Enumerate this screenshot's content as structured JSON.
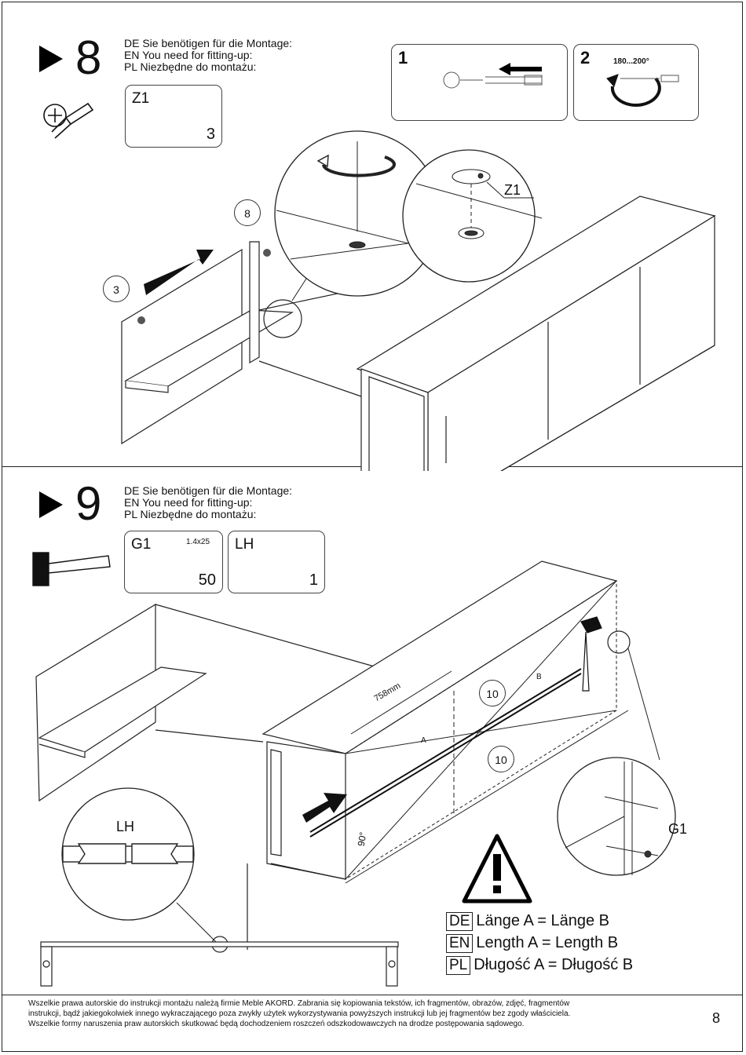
{
  "step8": {
    "number": "8",
    "need_de": "DE Sie benötigen für die Montage:",
    "need_en": "EN You need for fitting-up:",
    "need_pl": "PL Niezbędne do montażu:",
    "part_code": "Z1",
    "part_qty": "3",
    "detail1_number": "1",
    "detail2_number": "2",
    "detail2_angle": "180...200°",
    "callout_z1": "Z1",
    "callout_panel_8": "8",
    "callout_panel_3": "3"
  },
  "step9": {
    "number": "9",
    "need_de": "DE Sie benötigen für die Montage:",
    "need_en": "EN You need for fitting-up:",
    "need_pl": "PL Niezbędne do montażu:",
    "part1_code": "G1",
    "part1_spec": "1.4x25",
    "part1_qty": "50",
    "part2_code": "LH",
    "part2_qty": "1",
    "dimension": "758mm",
    "label_a": "A",
    "label_b": "B",
    "callout_10_top": "10",
    "callout_10_bottom": "10",
    "angle": "90°",
    "zoom_lh": "LH",
    "zoom_g1": "G1",
    "warning_lines": [
      {
        "lang": "DE",
        "text": "Länge A = Länge B"
      },
      {
        "lang": "EN",
        "text": "Length A = Length B"
      },
      {
        "lang": "PL",
        "text": "Długość A = Długość B"
      }
    ]
  },
  "footer": {
    "copyright_1": "Wszelkie prawa autorskie do instrukcji montażu należą firmie Meble AKORD. Zabrania się kopiowania tekstów, ich fragmentów, obrazów, zdjęć, fragmentów",
    "copyright_2": "instrukcji, bądź jakiegokolwiek innego wykraczającego poza zwykły użytek wykorzystywania powyższych instrukcji lub jej fragmentów bez zgody właściciela.",
    "copyright_3": "Wszelkie formy naruszenia praw autorskich skutkować będą dochodzeniem roszczeń odszkodowawczych na drodze postępowania sądowego.",
    "page_number": "8"
  },
  "icons": [
    "step-arrow-icon",
    "screwdriver-icon",
    "hammer-icon",
    "warning-icon",
    "cam-lock-icon",
    "nail-icon",
    "back-panel-connector-icon",
    "push-arrow-icon"
  ]
}
